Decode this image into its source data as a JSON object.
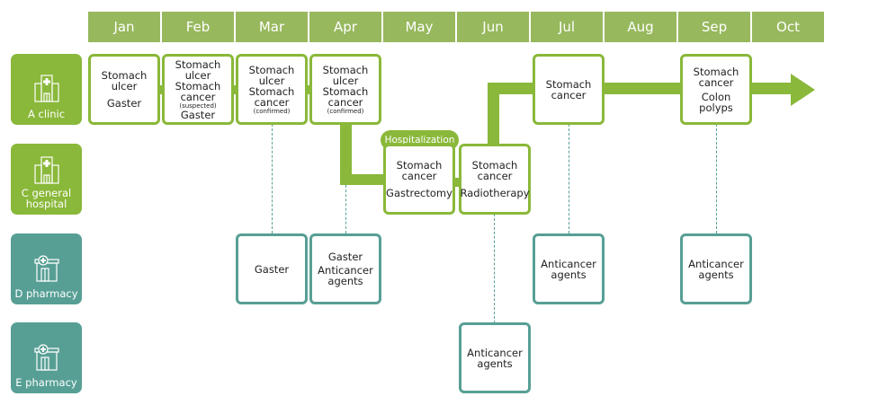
{
  "months": [
    "Jan",
    "Feb",
    "Mar",
    "Apr",
    "May",
    "Jun",
    "Jul",
    "Aug",
    "Sep",
    "Oct"
  ],
  "facilities": [
    {
      "label": "A clinic",
      "icon": "hospital-icon",
      "color": "#8ab83a"
    },
    {
      "label": "C general hospital",
      "icon": "hospital-icon",
      "color": "#8ab83a"
    },
    {
      "label": "D pharmacy",
      "icon": "pharmacy-icon",
      "color": "#579f95"
    },
    {
      "label": "E pharmacy",
      "icon": "pharmacy-icon",
      "color": "#579f95"
    }
  ],
  "events": {
    "a_jan": {
      "l1": "Stomach",
      "l2": "ulcer",
      "l3": "Gaster"
    },
    "a_feb": {
      "l1": "Stomach",
      "l2": "ulcer",
      "l3": "Stomach",
      "l4": "cancer",
      "note": "(suspected)",
      "l5": "Gaster"
    },
    "a_mar": {
      "l1": "Stomach",
      "l2": "ulcer",
      "l3": "Stomach",
      "l4": "cancer",
      "note": "(confirmed)"
    },
    "a_apr": {
      "l1": "Stomach",
      "l2": "ulcer",
      "l3": "Stomach",
      "l4": "cancer",
      "note": "(confirmed)"
    },
    "c_may": {
      "badge": "Hospitalization",
      "l1": "Stomach",
      "l2": "cancer",
      "l3": "Gastrectomy"
    },
    "c_jun": {
      "l1": "Stomach",
      "l2": "cancer",
      "l3": "Radiotherapy"
    },
    "a_jul": {
      "l1": "Stomach",
      "l2": "cancer"
    },
    "a_sep": {
      "l1": "Stomach",
      "l2": "cancer",
      "l3": "Colon",
      "l4": "polyps"
    },
    "d_mar": {
      "l1": "Gaster"
    },
    "d_apr": {
      "l1": "Gaster",
      "l2": "Anticancer",
      "l3": "agents"
    },
    "d_jul": {
      "l1": "Anticancer",
      "l2": "agents"
    },
    "d_sep": {
      "l1": "Anticancer",
      "l2": "agents"
    },
    "e_jun": {
      "l1": "Anticancer",
      "l2": "agents"
    }
  },
  "colors": {
    "clinic_green": "#8ab83a",
    "month_green": "#97b85d",
    "pharmacy_teal": "#579f95"
  }
}
